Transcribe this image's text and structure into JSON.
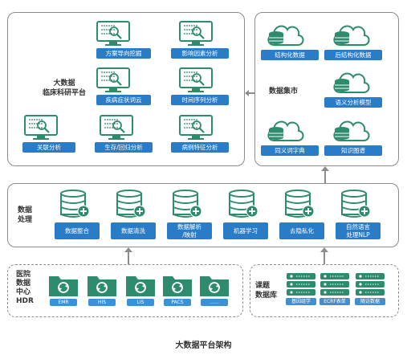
{
  "top_left": {
    "title": "大数据\n临床科研平台",
    "tools": [
      {
        "label": "方案导向挖掘"
      },
      {
        "label": "影响因素分析"
      },
      {
        "label": "疾病症状词云"
      },
      {
        "label": "时间序列分析"
      },
      {
        "label": "关联分析"
      },
      {
        "label": "生存/回归分析"
      },
      {
        "label": "病例特征分析"
      }
    ]
  },
  "dataset": {
    "title": "数据集市",
    "items": [
      {
        "label": "结构化数据"
      },
      {
        "label": "后结构化数据"
      },
      {
        "label": "语义分析模型"
      },
      {
        "label": "同义词字典"
      },
      {
        "label": "知识图谱"
      }
    ]
  },
  "processing": {
    "title": "数据\n处理",
    "steps": [
      {
        "label": "数据整合"
      },
      {
        "label": "数据清洗"
      },
      {
        "label": "数据解析\n/映射"
      },
      {
        "label": "机器学习"
      },
      {
        "label": "去隐私化"
      },
      {
        "label": "自然语言\n处理NLP"
      }
    ]
  },
  "hospital": {
    "title": "医院\n数据\n中心\nHDR",
    "items": [
      {
        "label": "EMR"
      },
      {
        "label": "HIS"
      },
      {
        "label": "LIS"
      },
      {
        "label": "PACS"
      },
      {
        "label": "……"
      }
    ]
  },
  "research_db": {
    "title": "课题\n数据库",
    "items": [
      {
        "label": "基因组学"
      },
      {
        "label": "ECRF表单"
      },
      {
        "label": "随访数据"
      }
    ]
  },
  "caption": "大数据平台架构",
  "colors": {
    "teal": "#2e8b6e",
    "blue": "#2a7cc7",
    "border": "#8c8c8c"
  }
}
